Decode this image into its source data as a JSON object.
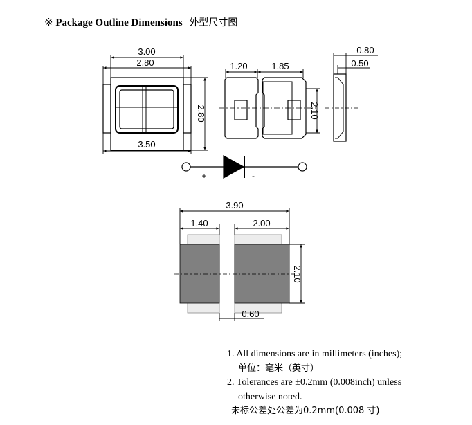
{
  "title": {
    "mark": "※",
    "english": "Package Outline Dimensions",
    "chinese": "外型尺寸图"
  },
  "dims": {
    "top_w_outer": "3.00",
    "top_w_inner": "2.80",
    "top_h": "2.80",
    "top_w_base": "3.50",
    "bottom_pad1": "1.20",
    "bottom_pad2": "1.85",
    "bottom_h": "2.10",
    "side_w": "0.80",
    "side_w_inner": "0.50",
    "land_total": "3.90",
    "land_left": "1.40",
    "land_right": "2.00",
    "land_h": "2.10",
    "land_gap": "0.60"
  },
  "polarity": {
    "plus": "+",
    "minus": "-"
  },
  "notes": [
    "1.  All dimensions are in millimeters (inches);",
    "单位：毫米（英寸）",
    "2. Tolerances are ±0.2mm (0.008inch) unless",
    "otherwise noted.",
    "未标公差处公差为0.2mm(0.008  寸)"
  ],
  "colors": {
    "line": "#000000",
    "pad_fill": "#808080",
    "pad_shadow": "#e6e6e6"
  }
}
